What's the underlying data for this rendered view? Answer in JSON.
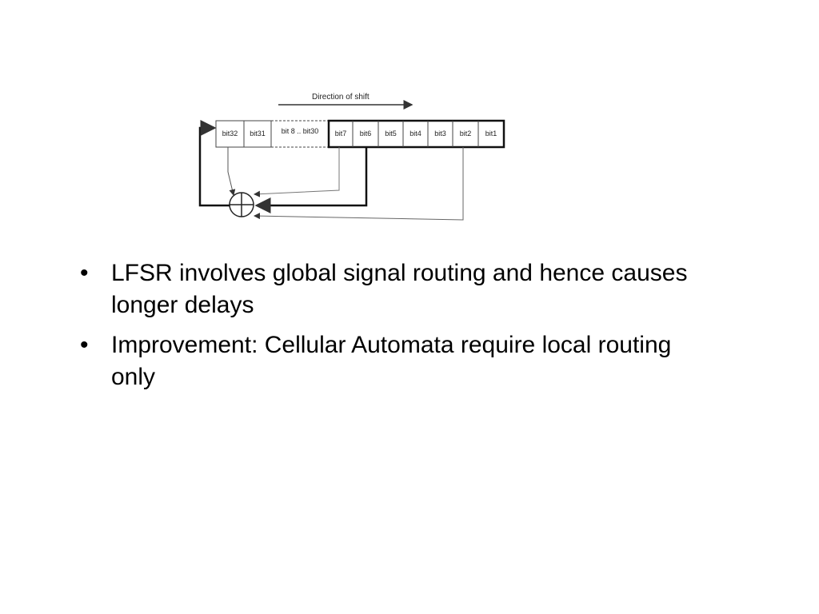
{
  "diagram": {
    "direction_label": "Direction of shift",
    "cells": [
      "bit32",
      "bit31",
      "bit 8 .. bit30",
      "bit7",
      "bit6",
      "bit5",
      "bit4",
      "bit3",
      "bit2",
      "bit1"
    ],
    "xor_symbol": "⊕"
  },
  "bullets": [
    {
      "marker": "•",
      "text": "LFSR involves global signal routing and hence causes longer delays"
    },
    {
      "marker": "•",
      "text": "Improvement: Cellular Automata require local routing only"
    }
  ]
}
